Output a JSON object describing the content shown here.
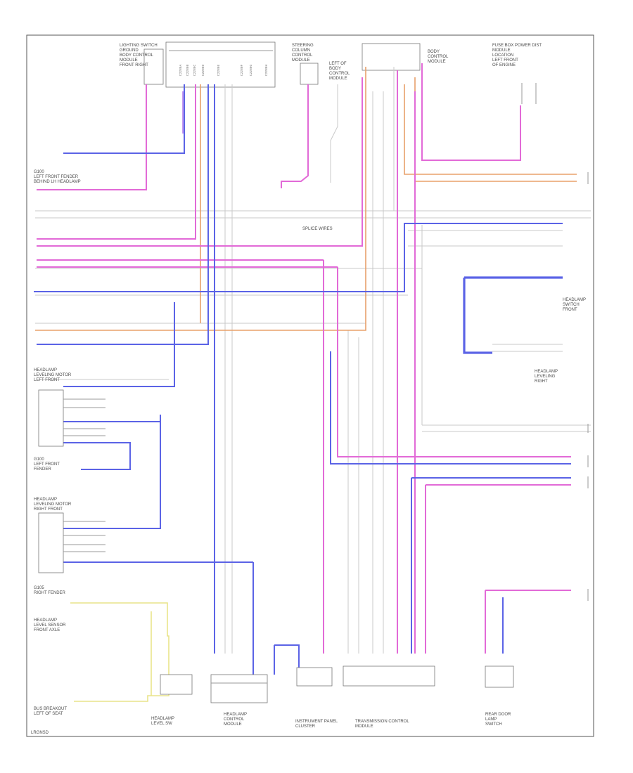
{
  "diagram": {
    "corner_label": "LRGNSD",
    "components": {
      "top_1": "LIGHTING SWITCH\nGROUND\nBODY CONTROL\nMODULE\nFRONT RIGHT",
      "top_2": "STEERING\nCOLUMN\nCONTROL\nMODULE",
      "top_3": "LEFT OF\nBODY\nCONTROL\nMODULE",
      "top_4": "BODY\nCONTROL\nMODULE",
      "top_5": "FUSE BOX POWER DIST\nMODULE\nLOCATION\nLEFT FRONT\nOF ENGINE",
      "left_1": "G100\nLEFT FRONT FENDER\nBEHIND LH HEADLAMP",
      "left_2": "HEADLAMP\nLEVELING MOTOR\nLEFT FRONT",
      "left_3": "G100\nLEFT FRONT\nFENDER",
      "left_4": "HEADLAMP\nLEVELING MOTOR\nRIGHT FRONT",
      "left_5": "G105\nRIGHT FENDER",
      "left_6": "HEADLAMP\nLEVEL SENSOR\nFRONT AXLE",
      "left_7": "BUS BREAKOUT\nLEFT OF SEAT",
      "right_1": "HEADLAMP\nSWITCH\nFRONT",
      "right_2": "HEADLAMP\nLEVELING\nRIGHT",
      "note": "SPLICE WIRES",
      "bottom_1": "HEADLAMP\nLEVEL SW",
      "bottom_2": "HEADLAMP\nCONTROL\nMODULE",
      "bottom_3": "INSTRUMENT PANEL\nCLUSTER",
      "bottom_4": "TRANSMISSION CONTROL\nMODULE",
      "bottom_5": "REAR DOOR\nLAMP\nSWITCH"
    }
  }
}
